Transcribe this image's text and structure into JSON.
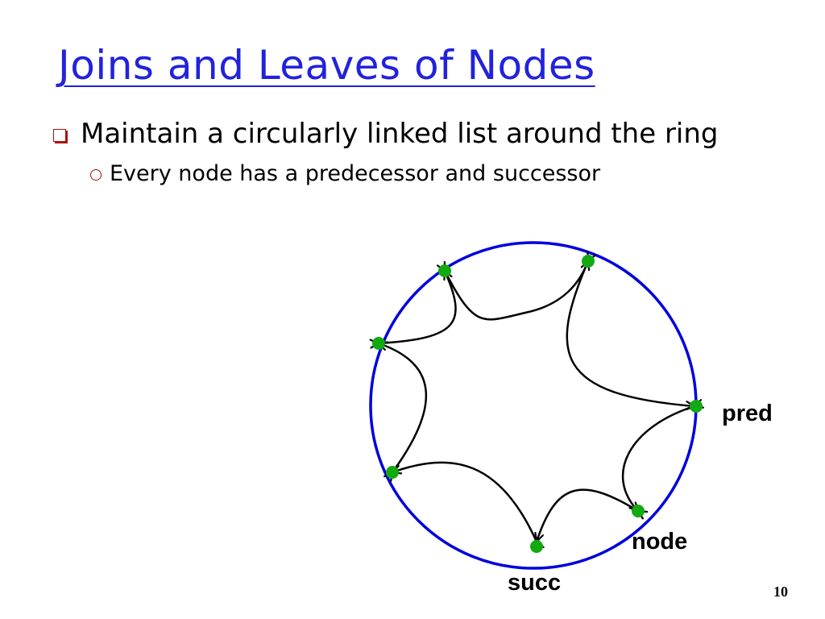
{
  "slide": {
    "title": "Joins and Leaves of Nodes",
    "bullet_level1": "Maintain a circularly linked list around the ring",
    "bullet_level2": "Every node has a predecessor and successor",
    "page_number": "10"
  },
  "diagram": {
    "ring_color": "#0000dd",
    "node_color": "#11aa11",
    "arrow_color": "#000000",
    "labels": {
      "pred": "pred",
      "node": "node",
      "succ": "succ"
    }
  }
}
